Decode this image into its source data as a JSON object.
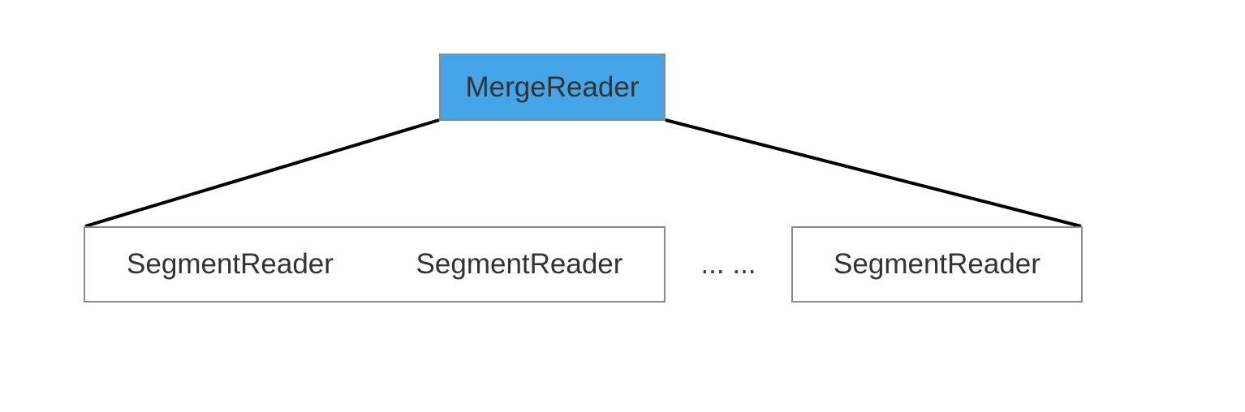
{
  "root": {
    "label": "MergeReader",
    "fill": "#46a4e8"
  },
  "children": [
    {
      "label": "SegmentReader"
    },
    {
      "label": "SegmentReader"
    },
    {
      "label": "SegmentReader"
    }
  ],
  "ellipsis": "... ...",
  "colors": {
    "border": "#8a8a8a",
    "text": "#333333",
    "connector": "#000000"
  }
}
